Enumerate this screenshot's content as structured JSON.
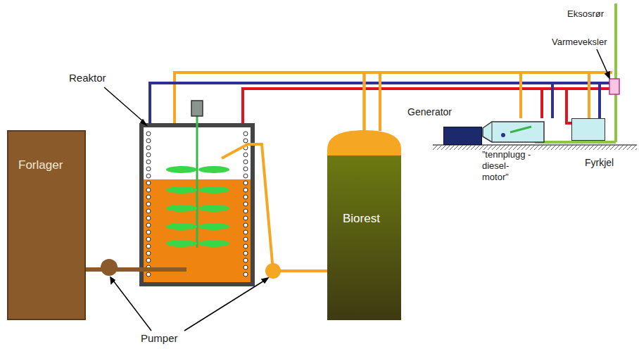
{
  "diagram": {
    "nodes": [
      {
        "text": [
          "Forlager"
        ]
      },
      {
        "text": [
          "Biorest"
        ]
      },
      {
        "text": [
          "Generator"
        ]
      },
      {
        "text": [
          "”tennplugg -diesel- motor”"
        ]
      },
      {
        "text": [
          "Fyrkjel"
        ]
      }
    ],
    "edges": [
      {
        "from": 2,
        "to": 3,
        "arrow": "none"
      },
      {
        "from": 1,
        "to": 3,
        "arrow": "none"
      },
      {
        "from": 1,
        "to": 4,
        "arrow": "none"
      }
    ],
    "labels": [
      "Reaktor",
      "Pumper",
      "Varmeveksler",
      "Eksosrør"
    ]
  }
}
